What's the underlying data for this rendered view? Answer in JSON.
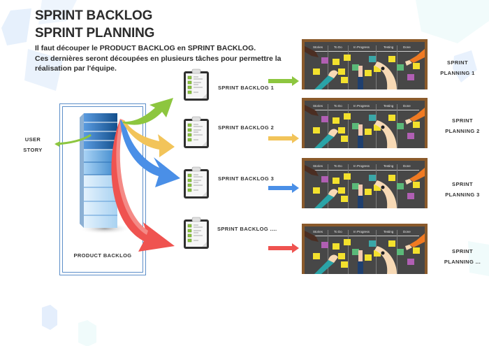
{
  "title": {
    "line1": "SPRINT BACKLOG",
    "line2": "SPRINT PLANNING"
  },
  "description": {
    "line1": "Il faut découper le PRODUCT BACKLOG en SPRINT BACKLOG.",
    "line2": "Ces dernières seront découpées en plusieurs tâches  pour permettre la",
    "line3": "réalisation par l'équipe."
  },
  "user_story": {
    "line1": "USER",
    "line2": "STORY"
  },
  "product_backlog": {
    "label": "PRODUCT BACKLOG"
  },
  "sprint_backlogs": [
    {
      "label": "SPRINT BACKLOG 1",
      "arrow_color": "#8dc63f"
    },
    {
      "label": "SPRINT BACKLOG 2",
      "arrow_color": "#f2c45a"
    },
    {
      "label": "SPRINT BACKLOG 3",
      "arrow_color": "#4a8fe7"
    },
    {
      "label": "SPRINT BACKLOG ....",
      "arrow_color": "#ef5350"
    }
  ],
  "sprint_plannings": [
    {
      "line1": "SPRINT",
      "line2": "PLANNING 1"
    },
    {
      "line1": "SPRINT",
      "line2": "PLANNING 2"
    },
    {
      "line1": "SPRINT",
      "line2": "PLANNING 3"
    },
    {
      "line1": "SPRINT",
      "line2": "PLANNING ..."
    }
  ],
  "board": {
    "columns": [
      "Stories",
      "To Do",
      "In Progress",
      "Testing",
      "Done"
    ]
  },
  "colors": {
    "green": "#8dc63f",
    "yellow": "#f2c45a",
    "blue": "#4a8fe7",
    "red": "#ef5350",
    "board_frame": "#8a5a2b",
    "board_surface": "#474747"
  }
}
